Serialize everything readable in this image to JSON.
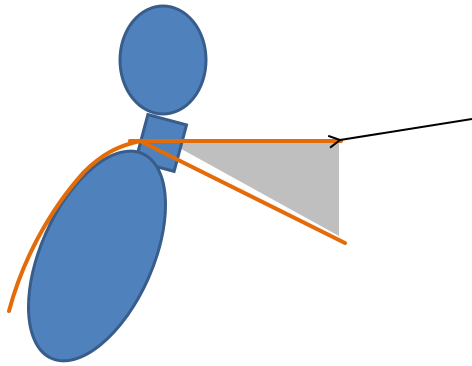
{
  "colors": {
    "background": "#ffffff",
    "body_fill": "#4f81bd",
    "body_stroke": "#385d8a",
    "line": "#e36c09",
    "wedge_fill": "#bfbfbf",
    "arrow": "#000000"
  },
  "shapes": {
    "head": "ellipse",
    "neck": "rectangle",
    "torso": "ellipse",
    "wedge": "triangle",
    "horizontal_line": "line",
    "angled_line": "line",
    "curved_line": "curve",
    "pointer": "arrow"
  }
}
